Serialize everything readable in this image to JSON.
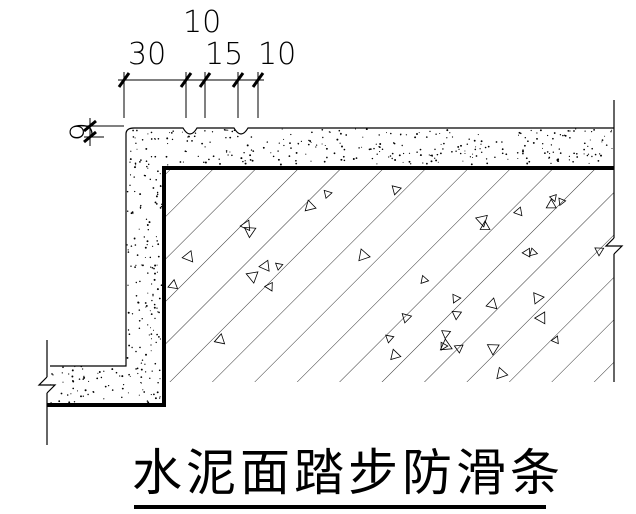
{
  "title": "水泥面踏步防滑条",
  "dimensions": {
    "top_spacing": [
      "30",
      "15",
      "10"
    ],
    "top_middle": "10",
    "groove_depth": "6"
  },
  "colors": {
    "line": "#000000",
    "background": "#ffffff"
  },
  "icons": {
    "break_symbol": "zigzag-break-icon"
  }
}
